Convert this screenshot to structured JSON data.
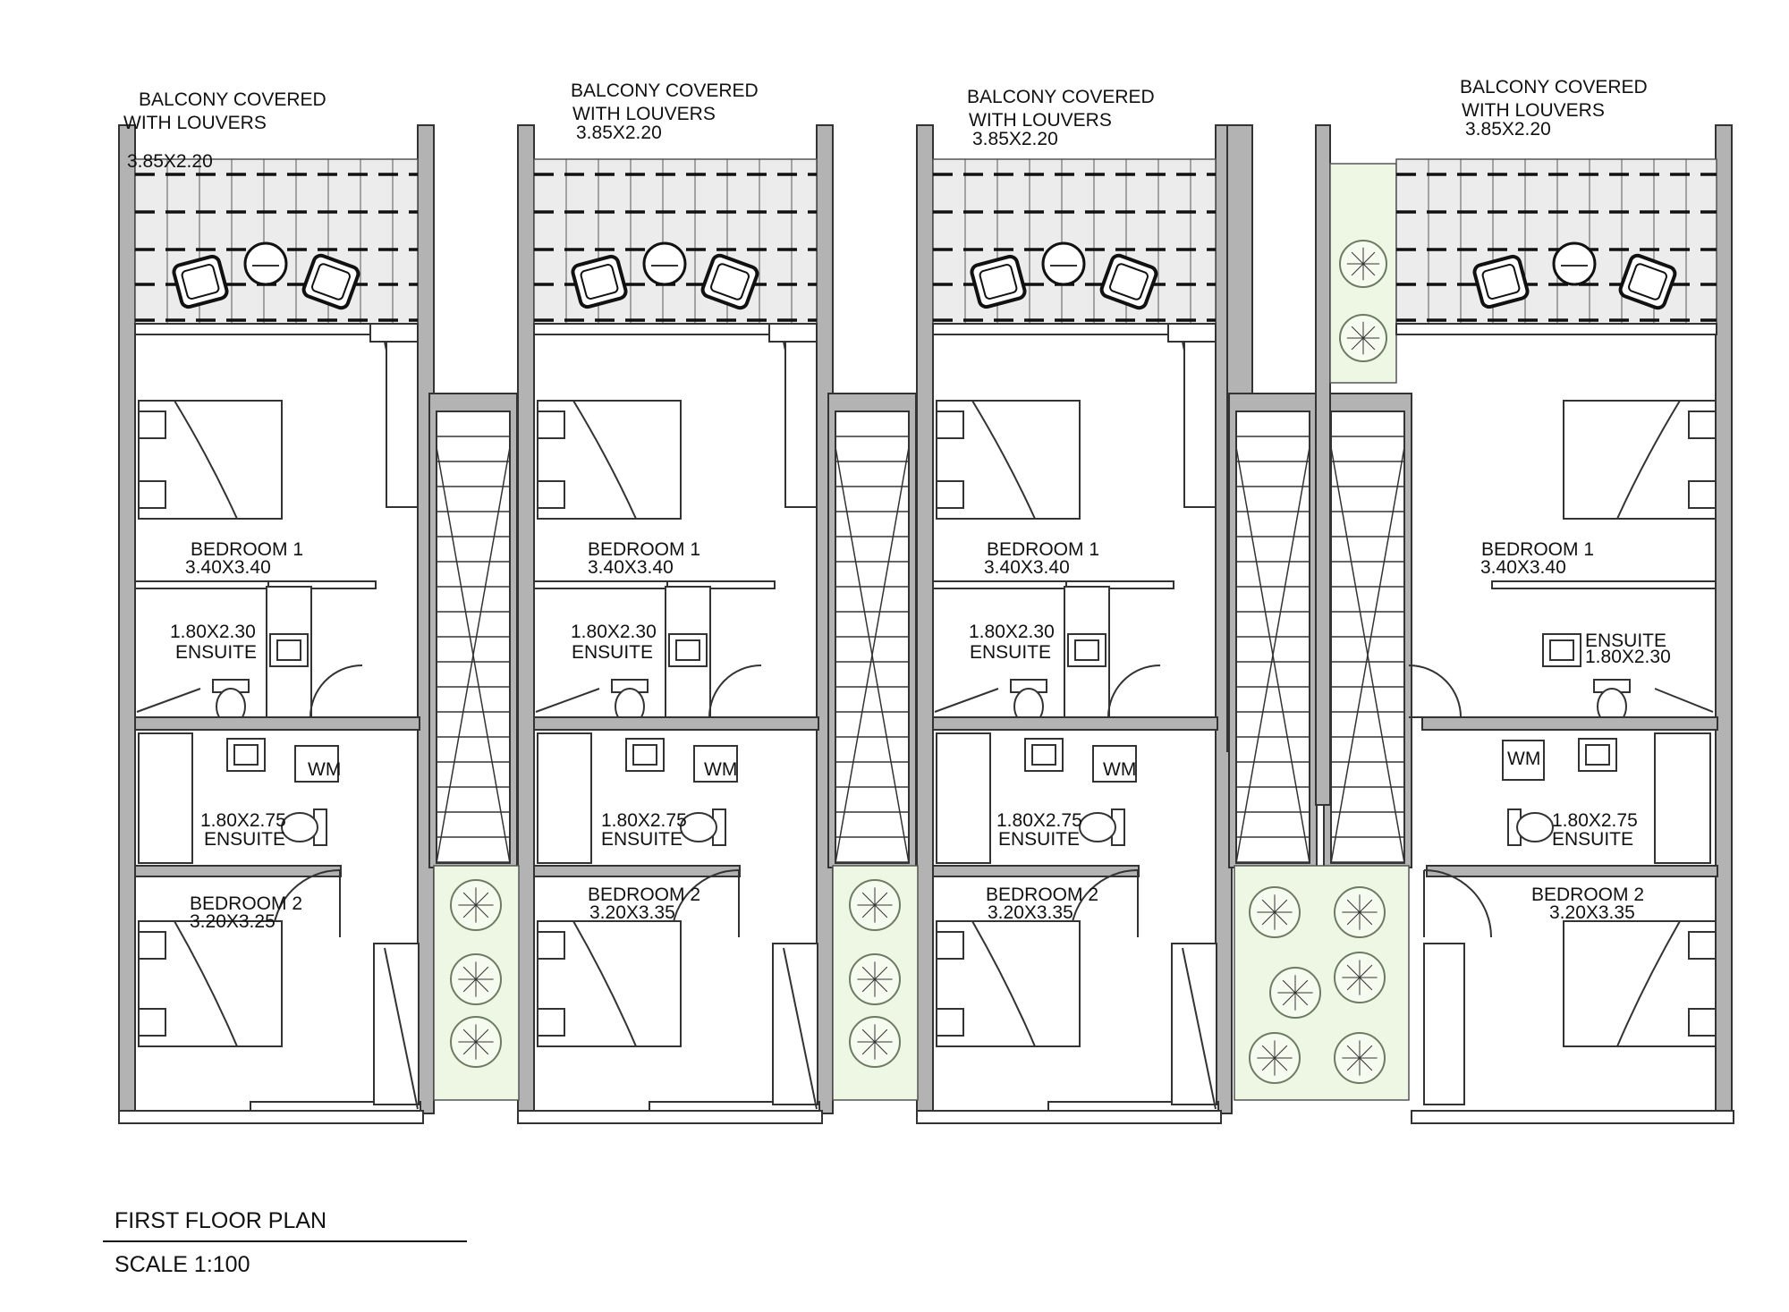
{
  "drawing": {
    "title": "FIRST FLOOR PLAN",
    "scale": "SCALE 1:100"
  },
  "units": [
    {
      "balcony": [
        "BALCONY COVERED",
        "WITH LOUVERS",
        "3.85X2.20"
      ],
      "bedroom1": [
        "BEDROOM 1",
        "3.40X3.40"
      ],
      "ensuite1": [
        "1.80X2.30",
        "ENSUITE"
      ],
      "wm": "WM",
      "ensuite2": [
        "1.80X2.75",
        "ENSUITE"
      ],
      "bedroom2": [
        "BEDROOM 2",
        "3.20X3.25"
      ]
    },
    {
      "balcony": [
        "BALCONY COVERED",
        "WITH LOUVERS",
        "3.85X2.20"
      ],
      "bedroom1": [
        "BEDROOM 1",
        "3.40X3.40"
      ],
      "ensuite1": [
        "1.80X2.30",
        "ENSUITE"
      ],
      "wm": "WM",
      "ensuite2": [
        "1.80X2.75",
        "ENSUITE"
      ],
      "bedroom2": [
        "BEDROOM 2",
        "3.20X3.35"
      ]
    },
    {
      "balcony": [
        "BALCONY COVERED",
        "WITH LOUVERS",
        "3.85X2.20"
      ],
      "bedroom1": [
        "BEDROOM 1",
        "3.40X3.40"
      ],
      "ensuite1": [
        "1.80X2.30",
        "ENSUITE"
      ],
      "wm": "WM",
      "ensuite2": [
        "1.80X2.75",
        "ENSUITE"
      ],
      "bedroom2": [
        "BEDROOM 2",
        "3.20X3.35"
      ]
    },
    {
      "balcony": [
        "BALCONY COVERED",
        "WITH LOUVERS",
        "3.85X2.20"
      ],
      "bedroom1": [
        "BEDROOM 1",
        "3.40X3.40"
      ],
      "ensuite1": [
        "ENSUITE",
        "1.80X2.30"
      ],
      "wm": "WM",
      "ensuite2": [
        "1.80X2.75",
        "ENSUITE"
      ],
      "bedroom2": [
        "BEDROOM 2",
        "3.20X3.35"
      ]
    }
  ]
}
